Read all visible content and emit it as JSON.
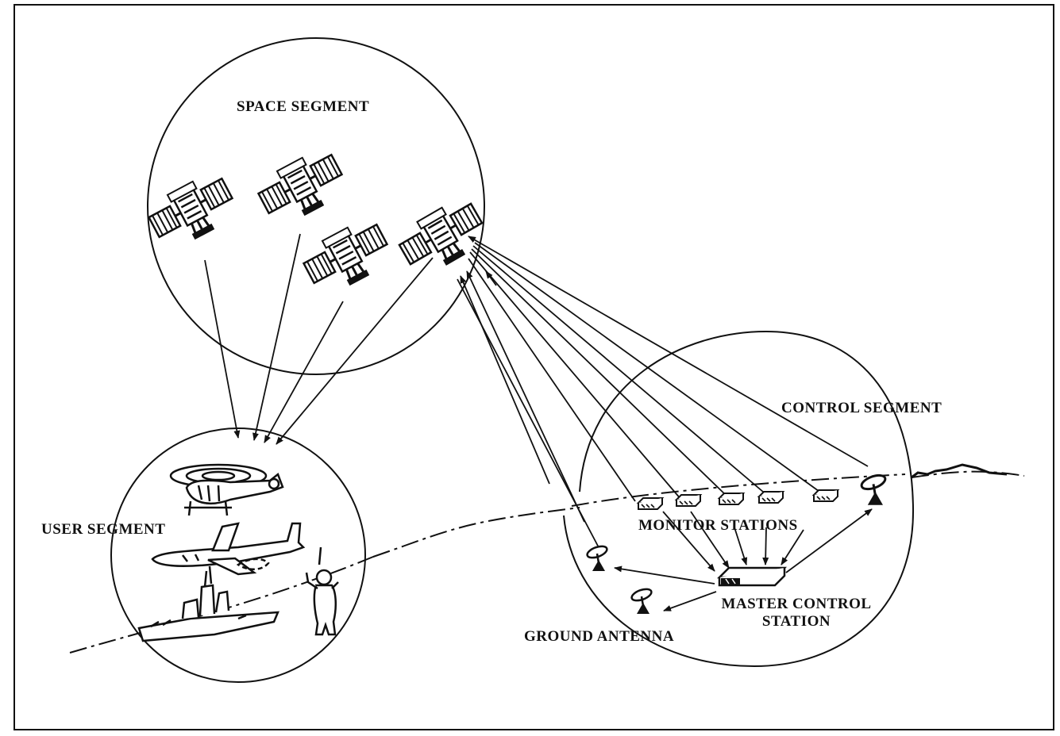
{
  "diagram": {
    "segments": {
      "space": "SPACE SEGMENT",
      "user": "USER SEGMENT",
      "control": "CONTROL SEGMENT"
    },
    "control_elements": {
      "monitor_stations": "MONITOR STATIONS",
      "master_control_line1": "MASTER CONTROL",
      "master_control_line2": "STATION",
      "ground_antenna": "GROUND ANTENNA"
    },
    "icons": [
      "satellite-icon",
      "helicopter-icon",
      "airplane-icon",
      "ship-icon",
      "soldier-icon",
      "monitor-station-icon",
      "master-control-station-icon",
      "ground-antenna-icon"
    ],
    "line_color": "#111111",
    "background": "#ffffff"
  }
}
